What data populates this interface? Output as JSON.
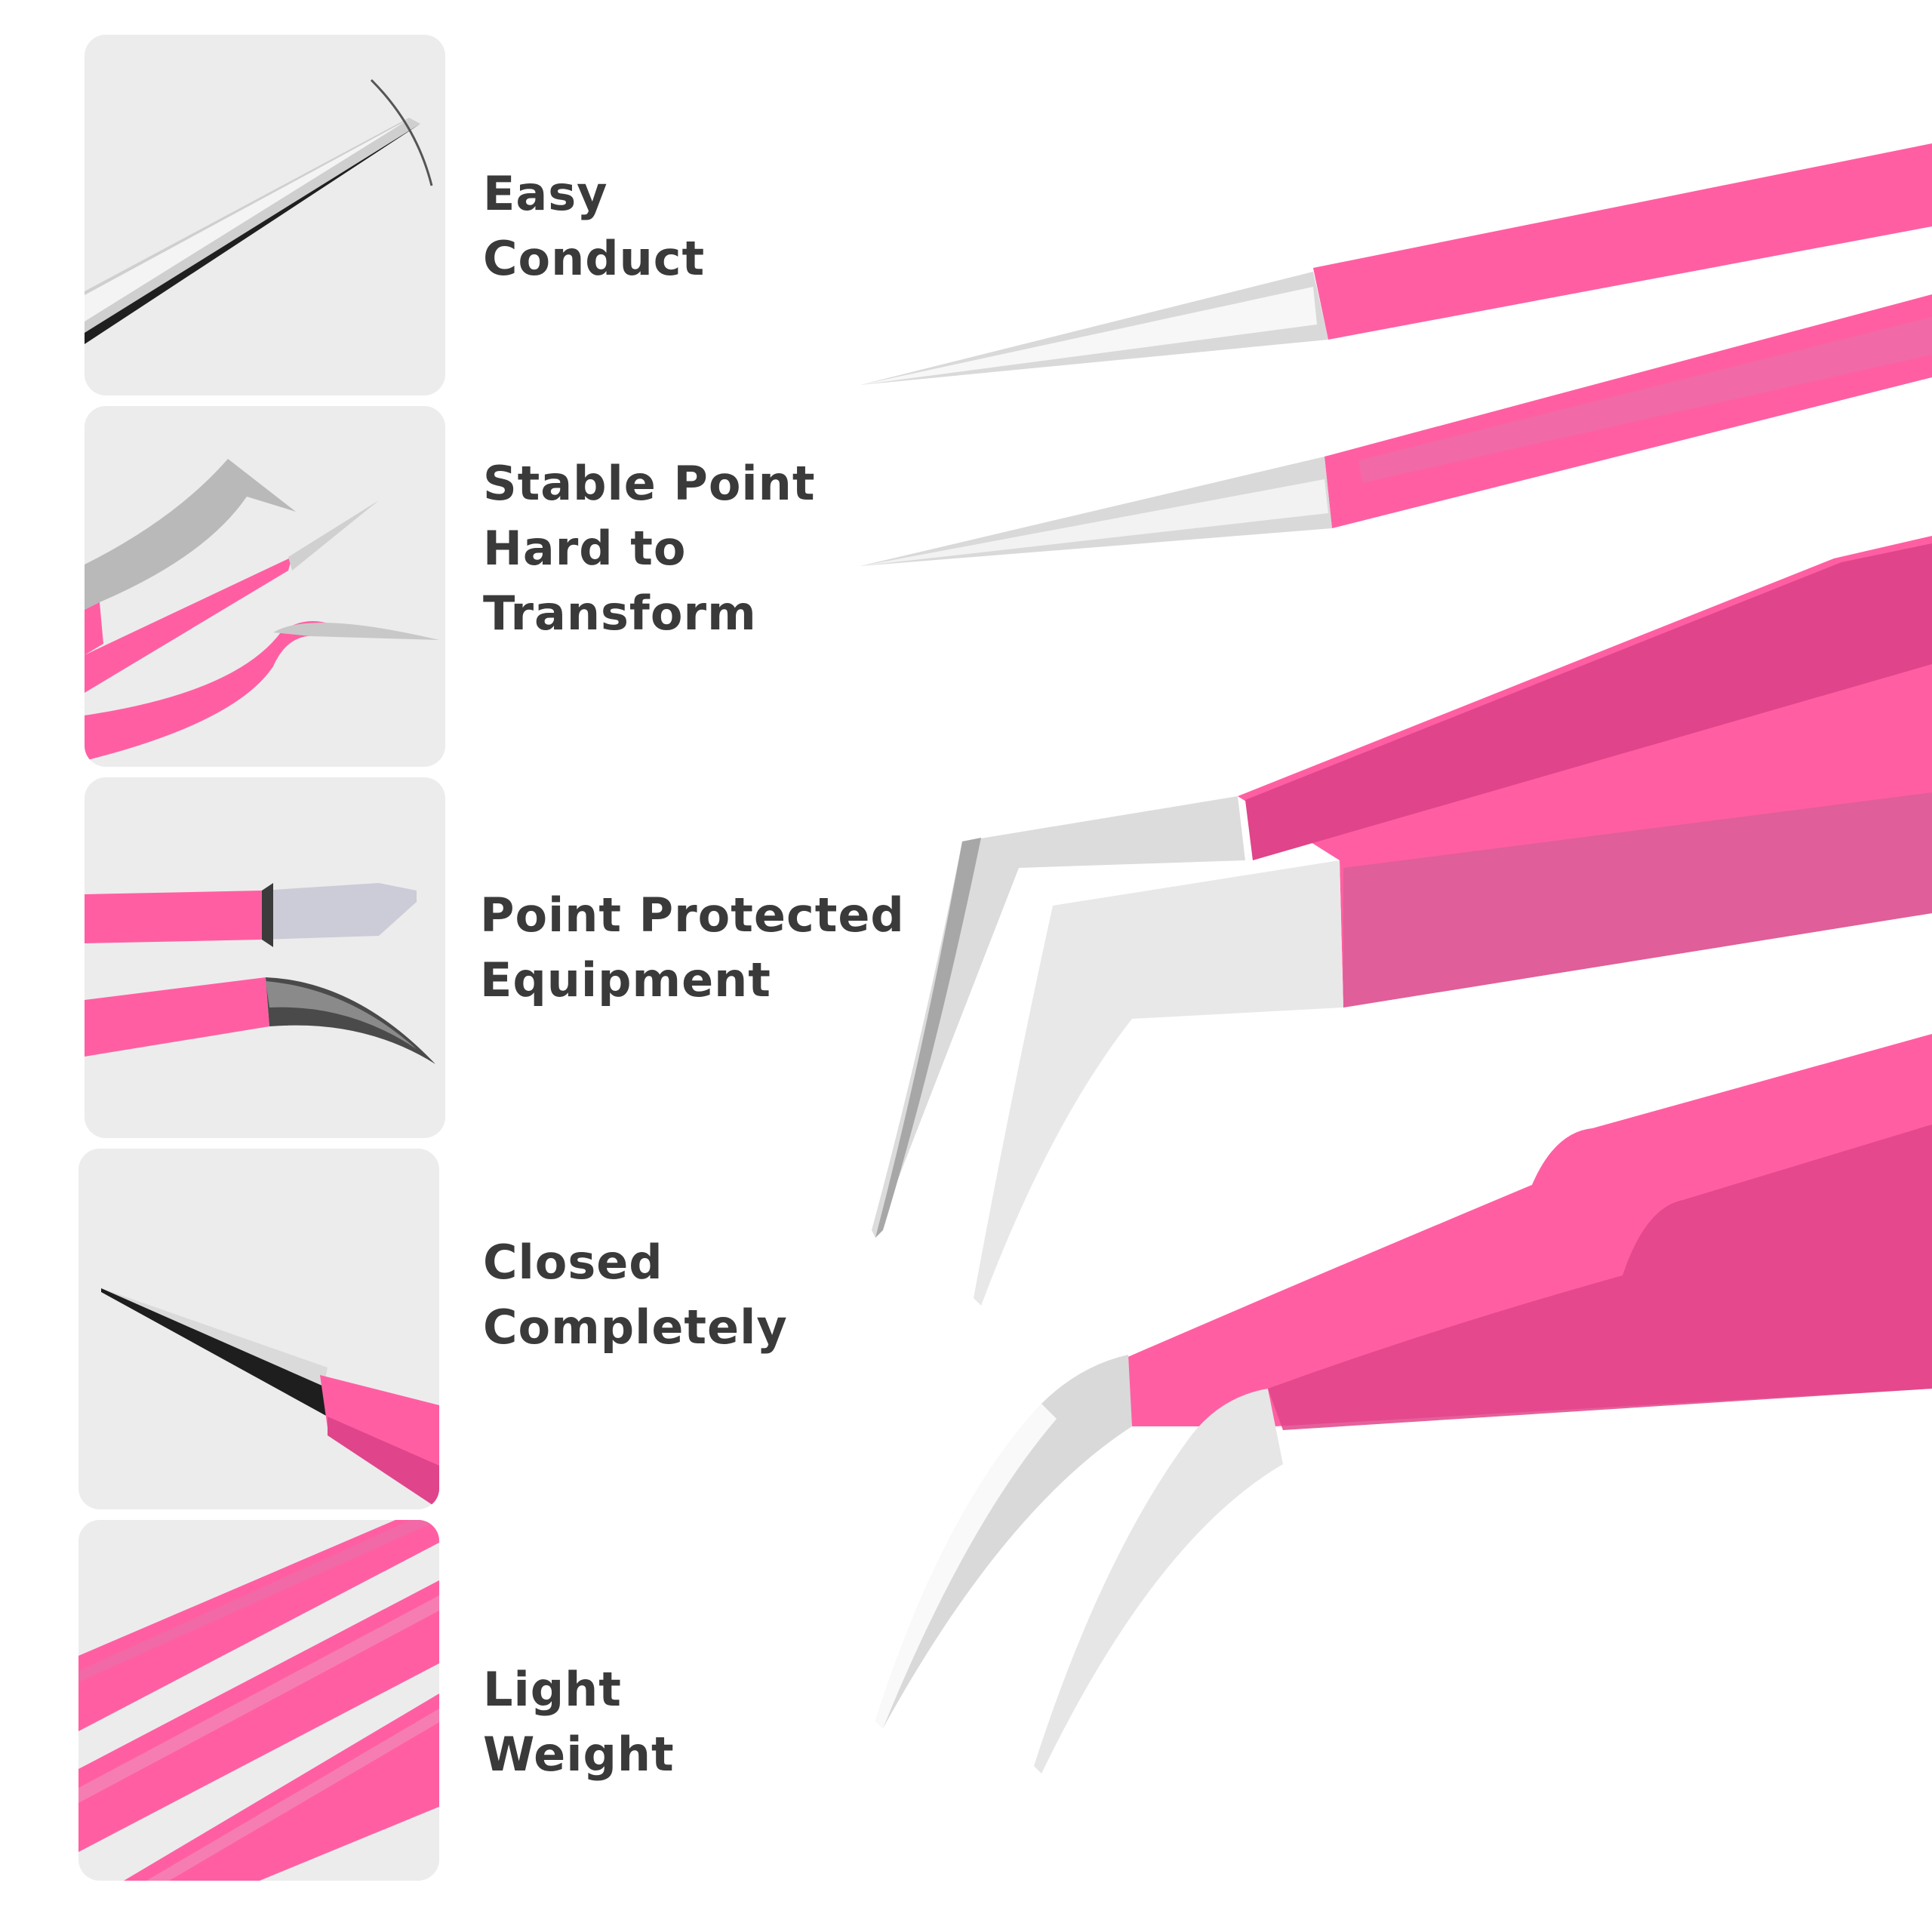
{
  "features": [
    {
      "id": "easy-conduct",
      "lines": [
        "Easy",
        "Conduct"
      ],
      "image_icon": "tweezer-tip-holding-lash-icon"
    },
    {
      "id": "stable-point",
      "lines": [
        "Stable Point",
        "Hard to",
        "Transform"
      ],
      "image_icon": "tweezer-set-icon"
    },
    {
      "id": "point-protected",
      "lines": [
        "Point Protected",
        "Equipment"
      ],
      "image_icon": "tip-protector-cap-icon"
    },
    {
      "id": "closed-completely",
      "lines": [
        "Closed",
        "Completely"
      ],
      "image_icon": "closed-tweezer-tip-icon"
    },
    {
      "id": "light-weight",
      "lines": [
        "Light",
        "Weight"
      ],
      "image_icon": "tweezer-handles-icon"
    }
  ],
  "hero": {
    "image_icon": "pink-eyelash-tweezers-icon"
  },
  "colors": {
    "pink": "#ff5fa2",
    "pink_dark": "#e0448a",
    "steel": "#d6d6d6",
    "steel_dark": "#9e9e9e",
    "tile_bg": "#ececec",
    "text": "#3a3a3a"
  }
}
